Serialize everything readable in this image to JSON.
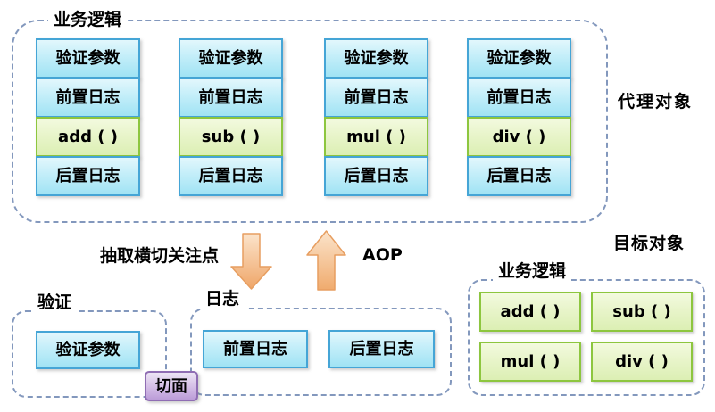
{
  "proxy": {
    "label": "业务逻辑",
    "caption": "代理对象",
    "columns": [
      [
        "验证参数",
        "前置日志",
        "add ( )",
        "后置日志"
      ],
      [
        "验证参数",
        "前置日志",
        "sub ( )",
        "后置日志"
      ],
      [
        "验证参数",
        "前置日志",
        "mul ( )",
        "后置日志"
      ],
      [
        "验证参数",
        "前置日志",
        "div ( )",
        "后置日志"
      ]
    ]
  },
  "transform": {
    "extract_label": "抽取横切关注点",
    "aop_label": "AOP"
  },
  "validation": {
    "label": "验证",
    "item": "验证参数"
  },
  "logging": {
    "label": "日志",
    "items": [
      "前置日志",
      "后置日志"
    ]
  },
  "aspect": {
    "label": "切面"
  },
  "target": {
    "caption": "目标对象",
    "label": "业务逻辑",
    "methods": [
      "add ( )",
      "sub ( )",
      "mul ( )",
      "div ( )"
    ]
  },
  "colors": {
    "dashed_border": "#8398bd",
    "blue_border": "#45a5d6",
    "blue_fill_top": "#e2f7fc",
    "blue_fill_bottom": "#a0e3f4",
    "green_border": "#8dc63f",
    "green_fill_top": "#f3fadf",
    "green_fill_bottom": "#dcefb4",
    "purple_border": "#8f6db3",
    "purple_fill_bottom": "#bb9cd8",
    "arrow_border": "#e79e60",
    "arrow_fill_top": "#fbe4cb",
    "arrow_fill_bottom": "#efa668",
    "text": "#000000"
  }
}
